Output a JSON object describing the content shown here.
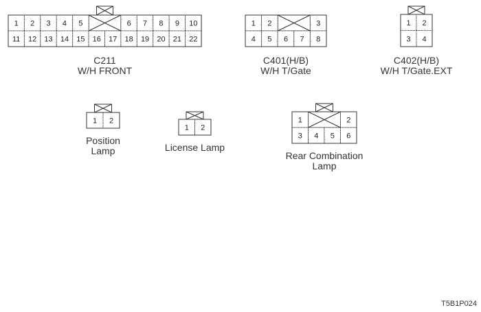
{
  "connectors": [
    {
      "id": "c211",
      "name_line1": "C211",
      "name_line2": "W/H FRONT",
      "cols": 12,
      "rows": 2,
      "key": true,
      "blank": [
        {
          "row": 0,
          "col_start": 5,
          "col_span": 2
        }
      ],
      "pins": [
        {
          "n": "1",
          "row": 0,
          "col": 0
        },
        {
          "n": "2",
          "row": 0,
          "col": 1
        },
        {
          "n": "3",
          "row": 0,
          "col": 2
        },
        {
          "n": "4",
          "row": 0,
          "col": 3
        },
        {
          "n": "5",
          "row": 0,
          "col": 4
        },
        {
          "n": "6",
          "row": 0,
          "col": 7
        },
        {
          "n": "7",
          "row": 0,
          "col": 8
        },
        {
          "n": "8",
          "row": 0,
          "col": 9
        },
        {
          "n": "9",
          "row": 0,
          "col": 10
        },
        {
          "n": "10",
          "row": 0,
          "col": 11
        },
        {
          "n": "11",
          "row": 1,
          "col": 0
        },
        {
          "n": "12",
          "row": 1,
          "col": 1
        },
        {
          "n": "13",
          "row": 1,
          "col": 2
        },
        {
          "n": "14",
          "row": 1,
          "col": 3
        },
        {
          "n": "15",
          "row": 1,
          "col": 4
        },
        {
          "n": "16",
          "row": 1,
          "col": 5
        },
        {
          "n": "17",
          "row": 1,
          "col": 6
        },
        {
          "n": "18",
          "row": 1,
          "col": 7
        },
        {
          "n": "19",
          "row": 1,
          "col": 8
        },
        {
          "n": "20",
          "row": 1,
          "col": 9
        },
        {
          "n": "21",
          "row": 1,
          "col": 10
        },
        {
          "n": "22",
          "row": 1,
          "col": 11
        }
      ]
    },
    {
      "id": "c401",
      "name_line1": "C401(H/B)",
      "name_line2": "W/H T/Gate",
      "cols": 5,
      "rows": 2,
      "key": false,
      "blank": [
        {
          "row": 0,
          "col_start": 2,
          "col_span": 2
        }
      ],
      "pins": [
        {
          "n": "1",
          "row": 0,
          "col": 0
        },
        {
          "n": "2",
          "row": 0,
          "col": 1
        },
        {
          "n": "3",
          "row": 0,
          "col": 4
        },
        {
          "n": "4",
          "row": 1,
          "col": 0
        },
        {
          "n": "5",
          "row": 1,
          "col": 1
        },
        {
          "n": "6",
          "row": 1,
          "col": 2
        },
        {
          "n": "7",
          "row": 1,
          "col": 3
        },
        {
          "n": "8",
          "row": 1,
          "col": 4
        }
      ]
    },
    {
      "id": "c402",
      "name_line1": "C402(H/B)",
      "name_line2": "W/H T/Gate.EXT",
      "cols": 2,
      "rows": 2,
      "key": true,
      "blank": [],
      "pins": [
        {
          "n": "1",
          "row": 0,
          "col": 0
        },
        {
          "n": "2",
          "row": 0,
          "col": 1
        },
        {
          "n": "3",
          "row": 1,
          "col": 0
        },
        {
          "n": "4",
          "row": 1,
          "col": 1
        }
      ]
    },
    {
      "id": "position",
      "name_line1": "Position",
      "name_line2": "Lamp",
      "cols": 2,
      "rows": 1,
      "key": true,
      "blank": [],
      "pins": [
        {
          "n": "1",
          "row": 0,
          "col": 0
        },
        {
          "n": "2",
          "row": 0,
          "col": 1
        }
      ]
    },
    {
      "id": "license",
      "name_line1": "License Lamp",
      "name_line2": "",
      "cols": 2,
      "rows": 1,
      "key": true,
      "blank": [],
      "pins": [
        {
          "n": "1",
          "row": 0,
          "col": 0
        },
        {
          "n": "2",
          "row": 0,
          "col": 1
        }
      ]
    },
    {
      "id": "rearcombo",
      "name_line1": "Rear Combination",
      "name_line2": "Lamp",
      "cols": 4,
      "rows": 2,
      "key": true,
      "blank": [
        {
          "row": 0,
          "col_start": 1,
          "col_span": 2
        }
      ],
      "pins": [
        {
          "n": "1",
          "row": 0,
          "col": 0
        },
        {
          "n": "2",
          "row": 0,
          "col": 3
        },
        {
          "n": "3",
          "row": 1,
          "col": 0
        },
        {
          "n": "4",
          "row": 1,
          "col": 1
        },
        {
          "n": "5",
          "row": 1,
          "col": 2
        },
        {
          "n": "6",
          "row": 1,
          "col": 3
        }
      ]
    }
  ],
  "figure_code": "T5B1P024"
}
